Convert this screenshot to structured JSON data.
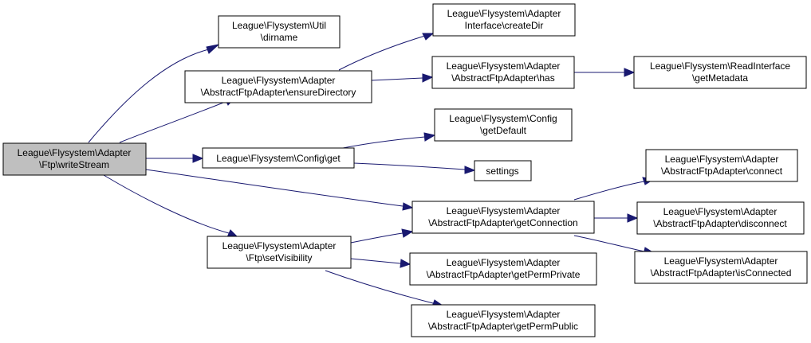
{
  "colors": {
    "edge": "#191970",
    "root_fill": "#bfbfbf",
    "node_fill": "#ffffff",
    "border": "#000000"
  },
  "nodes": [
    {
      "id": "root",
      "lines": [
        "League\\Flysystem\\Adapter",
        "\\Ftp\\writeStream"
      ]
    },
    {
      "id": "dirname",
      "lines": [
        "League\\Flysystem\\Util",
        "\\dirname"
      ]
    },
    {
      "id": "ensuredir",
      "lines": [
        "League\\Flysystem\\Adapter",
        "\\AbstractFtpAdapter\\ensureDirectory"
      ]
    },
    {
      "id": "configget",
      "lines": [
        "League\\Flysystem\\Config\\get"
      ]
    },
    {
      "id": "setvis",
      "lines": [
        "League\\Flysystem\\Adapter",
        "\\Ftp\\setVisibility"
      ]
    },
    {
      "id": "createdir",
      "lines": [
        "League\\Flysystem\\Adapter",
        "Interface\\createDir"
      ]
    },
    {
      "id": "has",
      "lines": [
        "League\\Flysystem\\Adapter",
        "\\AbstractFtpAdapter\\has"
      ]
    },
    {
      "id": "getdefault",
      "lines": [
        "League\\Flysystem\\Config",
        "\\getDefault"
      ]
    },
    {
      "id": "settings",
      "lines": [
        "settings"
      ]
    },
    {
      "id": "getconn",
      "lines": [
        "League\\Flysystem\\Adapter",
        "\\AbstractFtpAdapter\\getConnection"
      ]
    },
    {
      "id": "permprivate",
      "lines": [
        "League\\Flysystem\\Adapter",
        "\\AbstractFtpAdapter\\getPermPrivate"
      ]
    },
    {
      "id": "permpublic",
      "lines": [
        "League\\Flysystem\\Adapter",
        "\\AbstractFtpAdapter\\getPermPublic"
      ]
    },
    {
      "id": "getmeta",
      "lines": [
        "League\\Flysystem\\ReadInterface",
        "\\getMetadata"
      ]
    },
    {
      "id": "connect",
      "lines": [
        "League\\Flysystem\\Adapter",
        "\\AbstractFtpAdapter\\connect"
      ]
    },
    {
      "id": "disconnect",
      "lines": [
        "League\\Flysystem\\Adapter",
        "\\AbstractFtpAdapter\\disconnect"
      ]
    },
    {
      "id": "isconnected",
      "lines": [
        "League\\Flysystem\\Adapter",
        "\\AbstractFtpAdapter\\isConnected"
      ]
    }
  ],
  "edges": [
    {
      "from": "root",
      "to": "dirname"
    },
    {
      "from": "root",
      "to": "ensuredir"
    },
    {
      "from": "root",
      "to": "configget"
    },
    {
      "from": "root",
      "to": "getconn"
    },
    {
      "from": "root",
      "to": "setvis"
    },
    {
      "from": "ensuredir",
      "to": "createdir"
    },
    {
      "from": "ensuredir",
      "to": "has"
    },
    {
      "from": "has",
      "to": "getmeta"
    },
    {
      "from": "configget",
      "to": "getdefault"
    },
    {
      "from": "configget",
      "to": "settings"
    },
    {
      "from": "setvis",
      "to": "getconn"
    },
    {
      "from": "setvis",
      "to": "permprivate"
    },
    {
      "from": "setvis",
      "to": "permpublic"
    },
    {
      "from": "getconn",
      "to": "connect"
    },
    {
      "from": "getconn",
      "to": "disconnect"
    },
    {
      "from": "getconn",
      "to": "isconnected"
    }
  ]
}
